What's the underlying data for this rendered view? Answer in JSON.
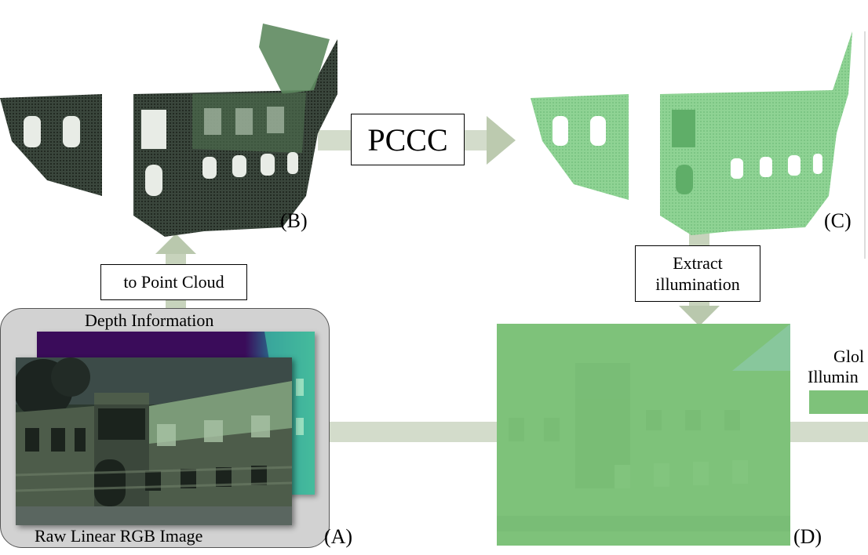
{
  "colors": {
    "arrow": "#d3dccb",
    "arrow_dark": "#b9c8ad",
    "green_points": "#7cc785",
    "green_panel": "#7ec27a",
    "dark_points": "#1e2a20",
    "depth_purple": "#3a0c5a",
    "panel_gray": "#d2d2d2"
  },
  "labels": {
    "pccc": "PCCC",
    "to_point_cloud": "to Point Cloud",
    "extract_line1": "Extract",
    "extract_line2": "illumination",
    "depth_information": "Depth Information",
    "raw_linear_rgb": "Raw Linear RGB Image",
    "global_line1": "Glol",
    "global_line2": "Illumin",
    "tag_a": "(A)",
    "tag_b": "(B)",
    "tag_c": "(C)",
    "tag_d": "(D)"
  },
  "icons": {
    "right_arrow": "right-arrow-icon",
    "up_arrow": "up-arrow-icon",
    "down_arrow": "down-arrow-icon"
  }
}
